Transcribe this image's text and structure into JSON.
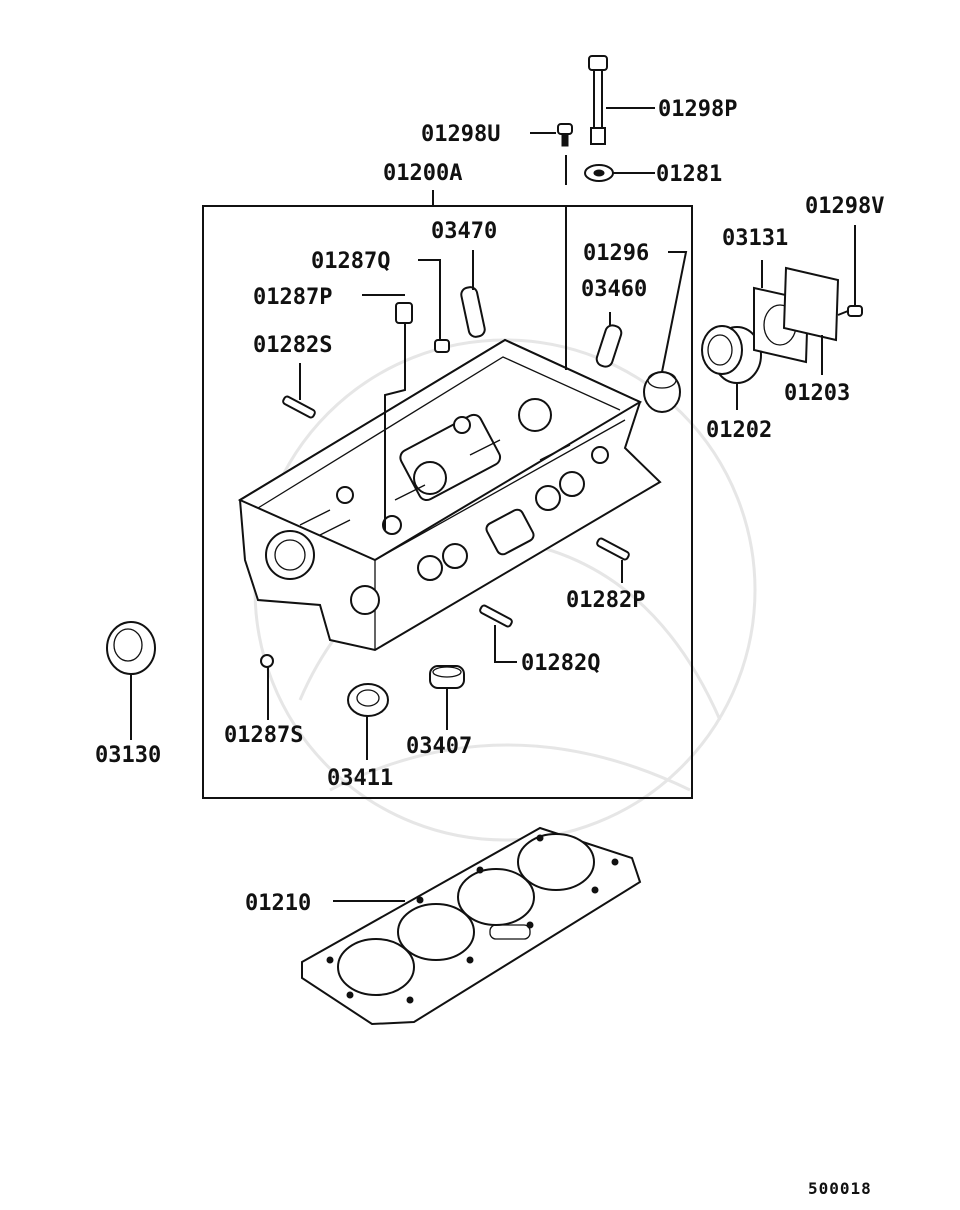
{
  "colors": {
    "ink": "#111111",
    "background": "#ffffff",
    "watermark": "#e6e6e6"
  },
  "labels": {
    "p01298P": "01298P",
    "p01298U": "01298U",
    "p01281": "01281",
    "p01200A": "01200A",
    "p01298V": "01298V",
    "p03470": "03470",
    "p03131": "03131",
    "p01287Q": "01287Q",
    "p01296": "01296",
    "p01287P": "01287P",
    "p03460": "03460",
    "p01282S": "01282S",
    "p01203": "01203",
    "p01202": "01202",
    "p01282P": "01282P",
    "p01282Q": "01282Q",
    "p03130": "03130",
    "p01287S": "01287S",
    "p03407": "03407",
    "p03411": "03411",
    "p01210": "01210"
  },
  "diagram_id": "500018"
}
